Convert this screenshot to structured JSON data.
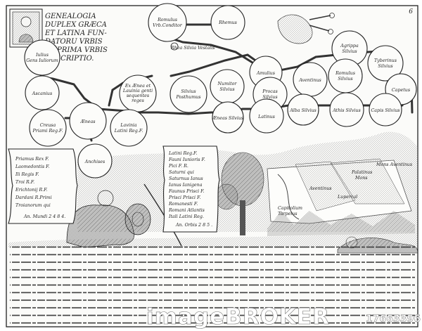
{
  "plate": {
    "number": "6",
    "title_lines": [
      "GENEALOGIA",
      "DUPLEX GRÆCA",
      "ET LATINA FUN-",
      "DATORU VRBIS",
      "ET PRIMA VRBIS",
      "DESCRIPTIO."
    ]
  },
  "nodes": [
    {
      "id": "romulus",
      "lines": [
        "Romulus",
        "Vrb.Conditor"
      ]
    },
    {
      "id": "rhemus",
      "lines": [
        "Rhemus"
      ]
    },
    {
      "id": "rhea",
      "lines": [
        "Rhea Silvia Vestalis"
      ]
    },
    {
      "id": "iulius",
      "lines": [
        "Iulius",
        "Gens Iuliorum"
      ]
    },
    {
      "id": "ascanius",
      "lines": [
        "Ascanius"
      ]
    },
    {
      "id": "amulius",
      "lines": [
        "Amulius"
      ]
    },
    {
      "id": "agrippa",
      "lines": [
        "Agrippa",
        "Silvius"
      ]
    },
    {
      "id": "tyberinus",
      "lines": [
        "Tyberinus",
        "Silvius"
      ]
    },
    {
      "id": "numitor",
      "lines": [
        "Numitor",
        "Silvius"
      ]
    },
    {
      "id": "procas",
      "lines": [
        "Procas",
        "Silvius"
      ]
    },
    {
      "id": "aventinus",
      "lines": [
        "Aventinus"
      ]
    },
    {
      "id": "romulus-silvius",
      "lines": [
        "Romulus",
        "Silvius"
      ]
    },
    {
      "id": "capetus",
      "lines": [
        "Capetus"
      ]
    },
    {
      "id": "ex-aenea",
      "lines": [
        "Ex Ænea et",
        "Lauinia genti",
        "sequentes",
        "reges"
      ]
    },
    {
      "id": "silvius-posthumus",
      "lines": [
        "Silvius",
        "Posthumus"
      ]
    },
    {
      "id": "creusa",
      "lines": [
        "Creusa",
        "Priami Reg.F."
      ]
    },
    {
      "id": "aeneas",
      "lines": [
        "Æneas"
      ]
    },
    {
      "id": "lavinia",
      "lines": [
        "Lavinia",
        "Latini Reg.F."
      ]
    },
    {
      "id": "aeneas-silvius",
      "lines": [
        "Æneas Silvius"
      ]
    },
    {
      "id": "latinus",
      "lines": [
        "Latinus"
      ]
    },
    {
      "id": "alba",
      "lines": [
        "Alba Silvius"
      ]
    },
    {
      "id": "athis",
      "lines": [
        "Athis Silvius"
      ]
    },
    {
      "id": "capis",
      "lines": [
        "Capis Silvius"
      ]
    },
    {
      "id": "anchises",
      "lines": [
        "Anchises"
      ]
    }
  ],
  "left_cartouche": {
    "lines": [
      "Priamus Rex F.",
      "Laomedontis F.",
      "Ili Regis F.",
      "Troi R.F.",
      "Erichtonij R.F.",
      "Dardani R.Primi",
      "Troianorum qui"
    ],
    "footer": "An. Mundi 2 4 8 4."
  },
  "right_cartouche": {
    "lines": [
      "Latini Reg.F.",
      "Fauni Iunioris F.",
      "Pici F. R.",
      "Saturni qui",
      "Saturnus Ianus",
      "Ianus Ianigena",
      "Faunus Prisci F.",
      "Prisci Prisci F.",
      "Romanesti F.",
      "Romani Atlantis",
      "Itali Latini Reg.",
      "An. Orbis 2 8 5 ."
    ]
  },
  "map_labels": [
    "Palatinus",
    "Mons",
    "Aventinus",
    "Capitolium",
    "Tarpeius",
    "Mons Aventinus",
    "Lupercal"
  ],
  "watermark": {
    "text": "imageBROKER",
    "id": "17663396"
  }
}
